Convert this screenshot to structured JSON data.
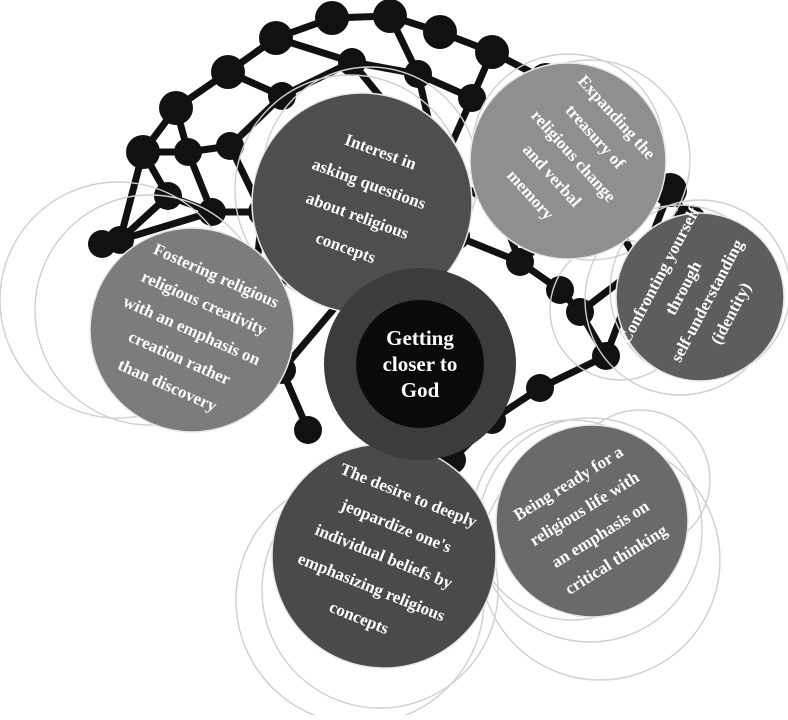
{
  "diagram": {
    "center": {
      "lines": [
        "Getting",
        "closer to",
        "God"
      ],
      "color": "#0a0a0a",
      "ring_color": "#3c3c3c"
    },
    "nodes": [
      {
        "id": "asking-questions",
        "lines": [
          "Interest in",
          "asking questions",
          "about religious",
          "concepts"
        ],
        "color": "#4e4e4e"
      },
      {
        "id": "expanding-treasury",
        "lines": [
          "Expanding the",
          "treasury of",
          "religious change",
          "and verbal",
          "memory"
        ],
        "color": "#8f8f8f"
      },
      {
        "id": "confronting-yourself",
        "lines": [
          "Confronting yourself",
          "through",
          "self-understanding",
          "(identity)"
        ],
        "color": "#5d5d5d"
      },
      {
        "id": "critical-thinking",
        "lines": [
          "Being ready for a",
          "religious life with",
          "an emphasis on",
          "critical thinking"
        ],
        "color": "#6a6a6a"
      },
      {
        "id": "jeopardize-beliefs",
        "lines": [
          "The desire to deeply",
          "jeopardize one's",
          "individual beliefs by",
          "emphasizing religious",
          "concepts"
        ],
        "color": "#4a4a4a"
      },
      {
        "id": "religious-creativity",
        "lines": [
          "Fostering religious",
          "religious creativity",
          "with an emphasis on",
          "creation rather",
          "than discovery"
        ],
        "color": "#7c7c7c"
      }
    ],
    "network_color": "#111111"
  }
}
